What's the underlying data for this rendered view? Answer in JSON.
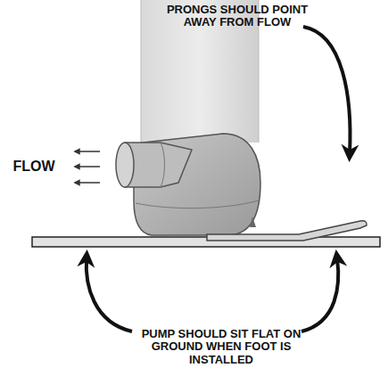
{
  "diagram": {
    "labels": [
      "PRONGS SHOULD POINT AWAY FROM FLOW",
      "FLOW",
      "PUMP SHOULD SIT FLAT ON GROUND WHEN FOOT IS INSTALLED"
    ]
  }
}
